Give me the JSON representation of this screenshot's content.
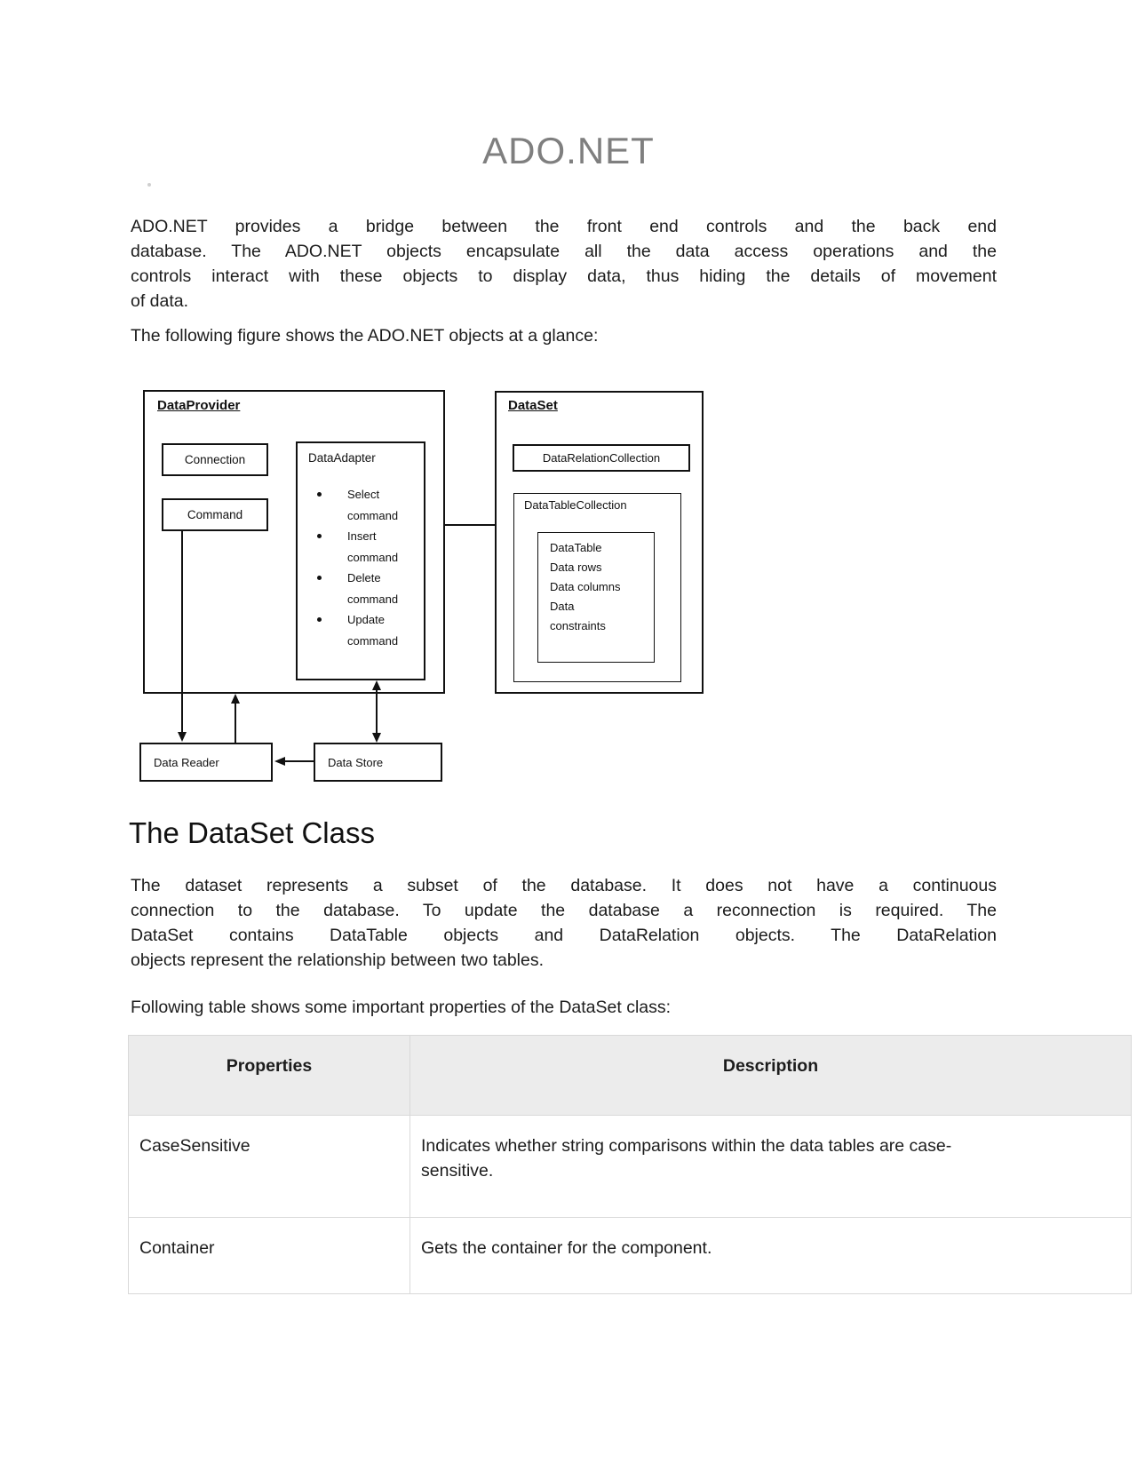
{
  "page": {
    "title": "ADO.NET"
  },
  "intro": {
    "lines": [
      "ADO.NET provides a bridge between the front end controls and the back end",
      "database. The ADO.NET objects encapsulate all the data access operations and the",
      "controls interact with these objects to display data, thus hiding the details of movement",
      "of data."
    ],
    "figure_caption": "The following figure shows the ADO.NET objects at a glance:"
  },
  "diagram": {
    "data_provider": {
      "label": "DataProvider",
      "connection_label": "Connection",
      "command_label": "Command",
      "data_adapter": {
        "label": "DataAdapter",
        "items": [
          "Select command",
          "Insert command",
          "Delete command",
          "Update command"
        ]
      }
    },
    "data_set": {
      "label": "DataSet",
      "relation_collection_label": "DataRelationCollection",
      "table_collection_label": "DataTableCollection",
      "data_table_lines": "DataTable\nData rows\nData columns\nData\nconstraints"
    },
    "data_reader_label": "Data Reader",
    "data_store_label": "Data Store"
  },
  "dataset_section": {
    "heading": "The DataSet Class",
    "lines": [
      "The dataset represents a subset of the database. It does not have a continuous",
      "connection to the database. To update the database a reconnection is required. The",
      "DataSet contains DataTable objects and DataRelation objects. The DataRelation",
      "objects represent the relationship between two tables."
    ],
    "table_caption": "Following table shows some important properties of the DataSet class:"
  },
  "properties_table": {
    "headers": [
      "Properties",
      "Description"
    ],
    "rows": [
      {
        "property": "CaseSensitive",
        "description": "Indicates whether string comparisons within the data tables are case-\nsensitive."
      },
      {
        "property": "Container",
        "description": "Gets the container for the component."
      }
    ]
  },
  "colors": {
    "title_gray": "#7f7f7f",
    "text": "#1c1c1c",
    "table_header_bg": "#ececec",
    "table_border": "#d9d9d9",
    "line": "#111111"
  }
}
